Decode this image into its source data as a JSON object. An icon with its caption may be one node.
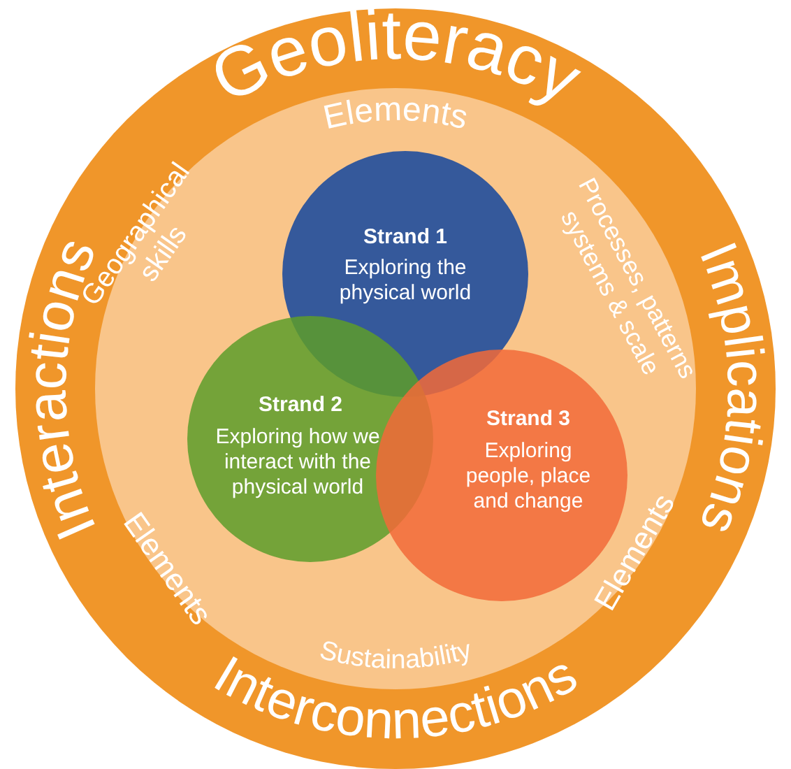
{
  "diagram": {
    "nodes": [
      {
        "text": [
          "Geoliteracy",
          "Interactions",
          "Implications",
          "Interconnections"
        ]
      },
      {
        "text": [
          "Elements",
          "Geographical skills",
          "Processes, patterns systems & scale",
          "Elements",
          "Elements",
          "Sustainability"
        ],
        "in": 0
      },
      {
        "text": [
          "Strand 1",
          "Exploring the physical world"
        ],
        "in": 1
      },
      {
        "text": [
          "Strand 2",
          "Exploring how we interact with the physical world"
        ],
        "in": 1
      },
      {
        "text": [
          "Strand 3",
          "Exploring people, place and change"
        ],
        "in": 1
      }
    ]
  }
}
